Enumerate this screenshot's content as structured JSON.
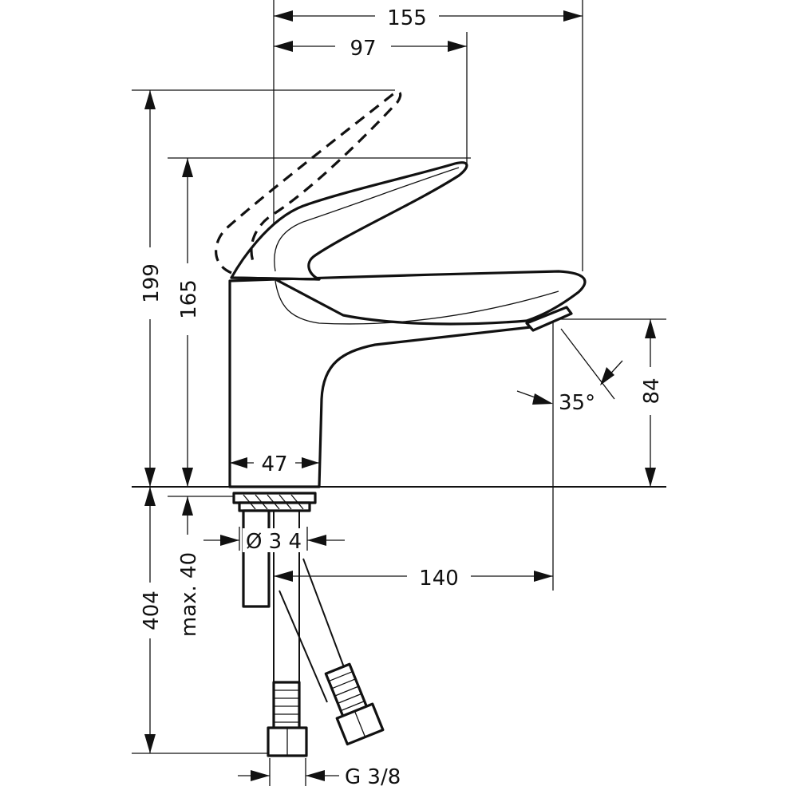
{
  "dimensions": {
    "width_overall": "155",
    "width_lever": "97",
    "height_overall": "199",
    "height_spout": "165",
    "outlet_height": "84",
    "spray_angle": "35°",
    "base_width": "47",
    "hole_diameter": "Ø 3 4",
    "projection": "140",
    "below_deck": "404",
    "max_thickness": "max. 40",
    "thread": "G 3/8"
  }
}
